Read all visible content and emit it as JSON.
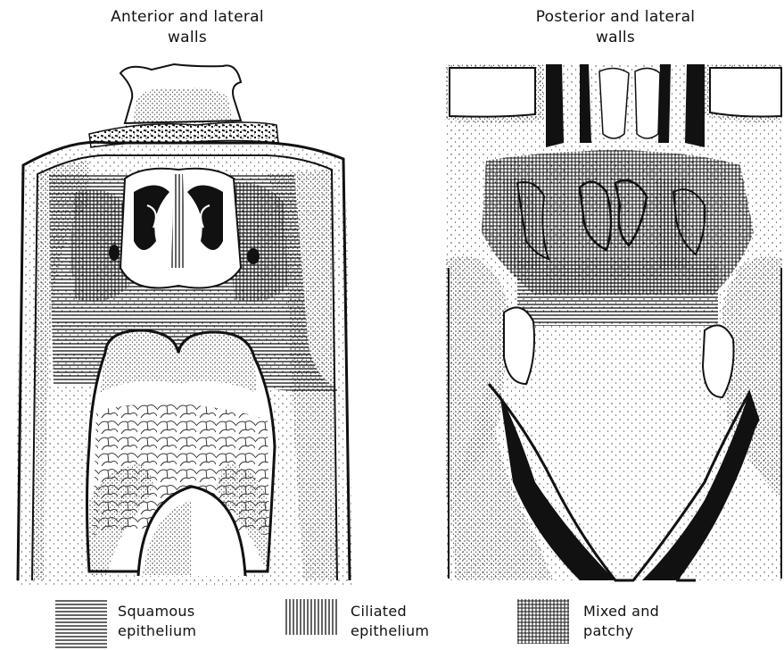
{
  "panels": {
    "left": {
      "title_line1": "Anterior and lateral",
      "title_line2": "walls"
    },
    "right": {
      "title_line1": "Posterior and lateral",
      "title_line2": "walls"
    }
  },
  "legend": [
    {
      "pattern": "horizontal-lines",
      "line1": "Squamous",
      "line2": "epithelium"
    },
    {
      "pattern": "vertical-lines",
      "line1": "Ciliated",
      "line2": "epithelium"
    },
    {
      "pattern": "crosshatch",
      "line1": "Mixed and",
      "line2": "patchy"
    }
  ]
}
